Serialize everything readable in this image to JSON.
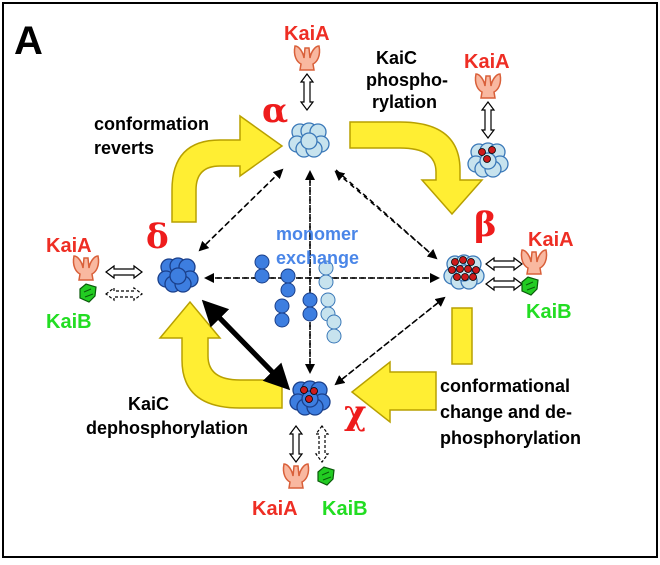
{
  "figure": {
    "panel_label": "A",
    "colors": {
      "kaiA_fill": "#f9b8a0",
      "kaiA_stroke": "#d9603a",
      "kaiB_fill": "#22dd22",
      "kaiC_light": "#c7e3ee",
      "kaiC_dark": "#3d7ee0",
      "phosphate": "#cc1b1b",
      "big_arrow": "#ffee33",
      "label_red": "#ee2e24",
      "label_green": "#22dd22",
      "label_blue": "#4a86e8"
    },
    "states": {
      "alpha": "α",
      "beta": "β",
      "chi": "χ",
      "delta": "δ"
    },
    "labels": {
      "kaia_top": "KaiA",
      "kaia_top_right": "KaiA",
      "kaia_right": "KaiA",
      "kaib_right": "KaiB",
      "kaia_left": "KaiA",
      "kaib_left": "KaiB",
      "kaia_bottom": "KaiA",
      "kaib_bottom": "KaiB",
      "phospho_line1": "KaiC",
      "phospho_line2": "phospho-",
      "phospho_line3": "rylation",
      "reverts_line1": "conformation",
      "reverts_line2": "reverts",
      "monomer_line1": "monomer",
      "monomer_line2": "exchange",
      "conf_line1": "conformational",
      "conf_line2": "change and de-",
      "conf_line3": "phosphorylation",
      "dephos_line1": "KaiC",
      "dephos_line2": "dephosphorylation"
    }
  }
}
